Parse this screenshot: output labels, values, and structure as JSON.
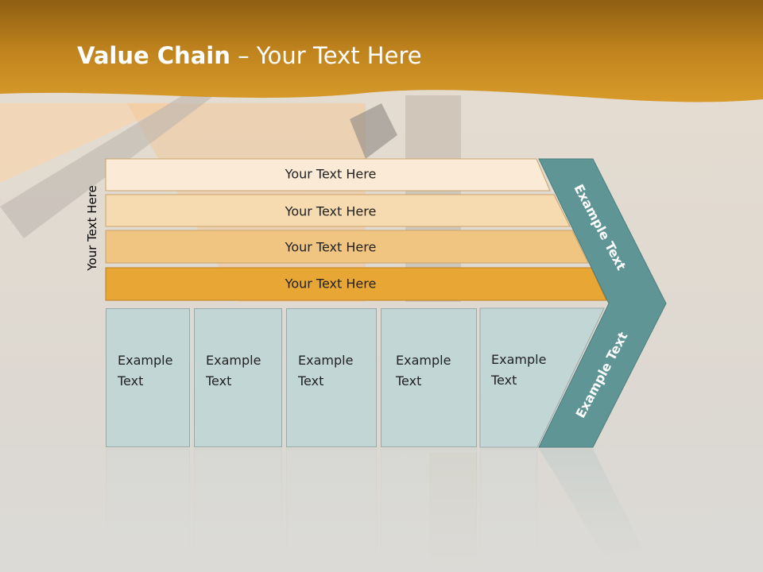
{
  "title": {
    "bold": "Value Chain",
    "rest": " – Your Text Here"
  },
  "side_label": "Your Text Here",
  "bars": [
    {
      "label": "Your Text Here"
    },
    {
      "label": "Your Text Here"
    },
    {
      "label": "Your Text Here"
    },
    {
      "label": "Your Text Here"
    }
  ],
  "boxes": [
    {
      "line1": "Example",
      "line2": "Text"
    },
    {
      "line1": "Example",
      "line2": "Text"
    },
    {
      "line1": "Example",
      "line2": "Text"
    },
    {
      "line1": "Example",
      "line2": "Text"
    },
    {
      "line1": "Example",
      "line2": "Text"
    }
  ],
  "chevron": {
    "upper": "Example Text",
    "lower": "Example Text"
  },
  "colors": {
    "header": "#c98a1e",
    "bar1": "#fbebd6",
    "bar2": "#f6dab0",
    "bar3": "#f0c582",
    "bar4": "#e8a635",
    "box": "#c2d6d6",
    "chevron": "#5f9595"
  }
}
